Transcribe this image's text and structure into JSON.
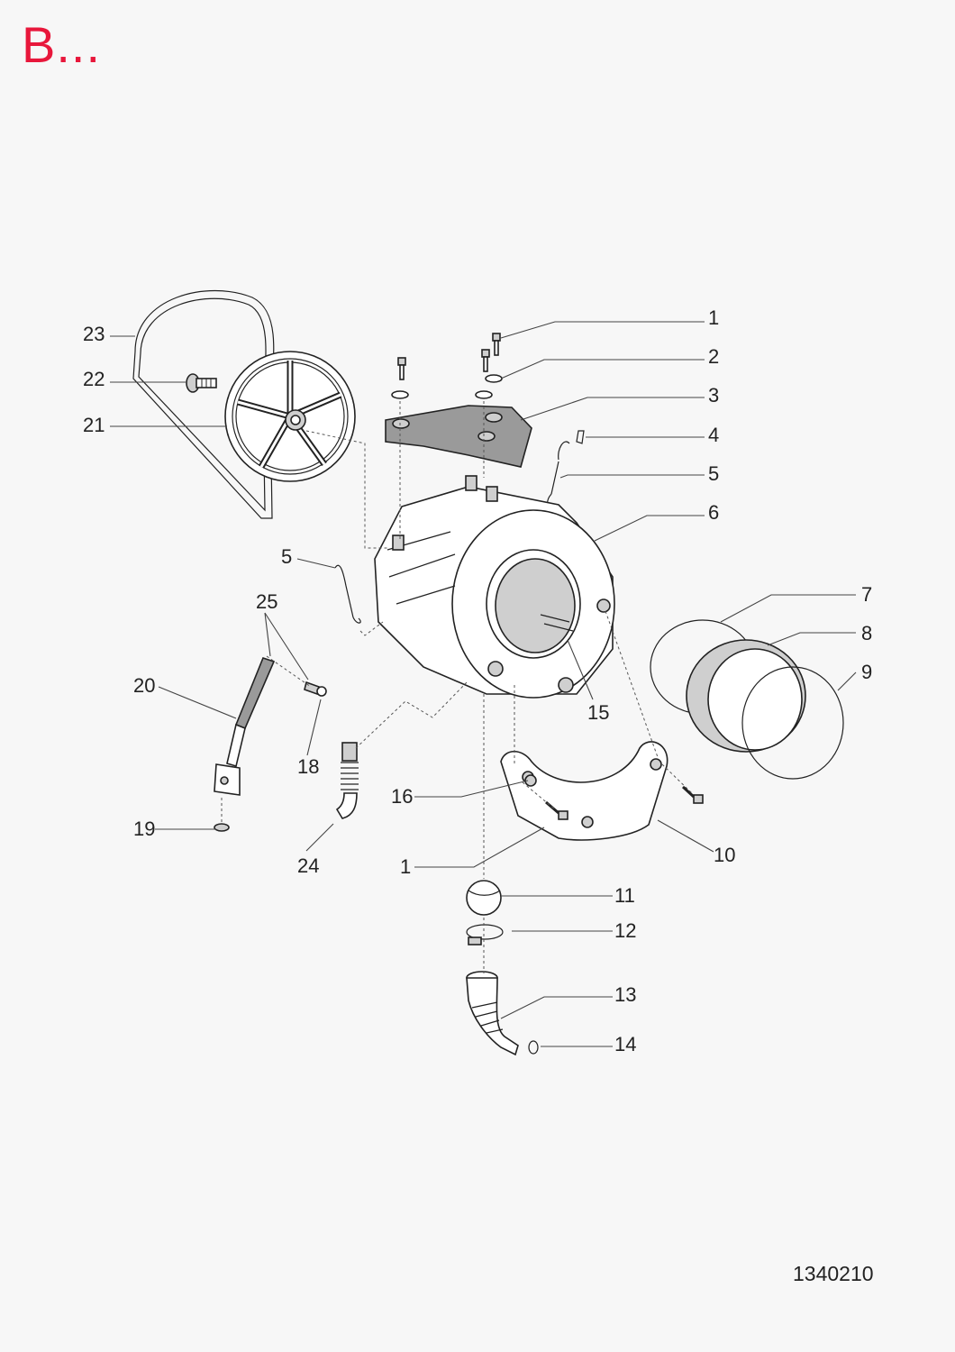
{
  "header": {
    "title": "B..."
  },
  "labels": {
    "l1_top": "1",
    "l2": "2",
    "l3": "3",
    "l4": "4",
    "l5_right": "5",
    "l6": "6",
    "l7": "7",
    "l8": "8",
    "l9": "9",
    "l10": "10",
    "l11": "11",
    "l12": "12",
    "l13": "13",
    "l14": "14",
    "l15": "15",
    "l16": "16",
    "l1_bottom": "1",
    "l18": "18",
    "l19": "19",
    "l20": "20",
    "l21": "21",
    "l22": "22",
    "l23": "23",
    "l24": "24",
    "l25": "25",
    "l5_left": "5"
  },
  "footer": {
    "document_number": "1340210"
  },
  "colors": {
    "title": "#e8173b",
    "background": "#f7f7f7",
    "line": "#222222"
  }
}
